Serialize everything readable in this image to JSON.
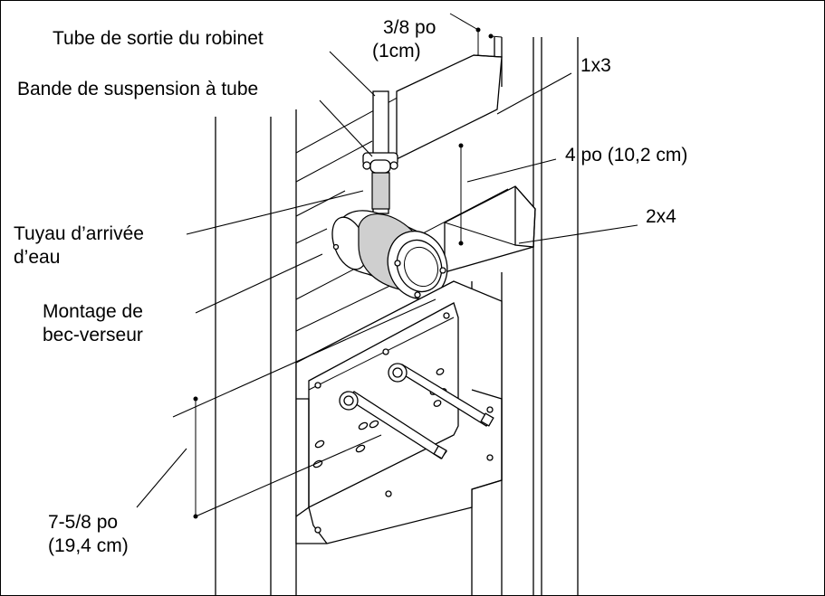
{
  "labels": {
    "outlet_tube": "Tube de sortie du robinet",
    "strap": "Bande de suspension à tube",
    "inlet_pipe_1": "Tuyau d’arrivée",
    "inlet_pipe_2": "d’eau",
    "spout_mount_1": "Montage de",
    "spout_mount_2": "bec-verseur",
    "dim_small_1": "3/8 po",
    "dim_small_2": "(1cm)",
    "board_1x3": "1x3",
    "dim_4in": "4 po (10,2 cm)",
    "board_2x4": "2x4",
    "dim_758_1": "7-5/8 po",
    "dim_758_2": "(19,4 cm)"
  },
  "colors": {
    "line": "#000000",
    "shade": "#cfcfcf",
    "background": "#ffffff"
  }
}
